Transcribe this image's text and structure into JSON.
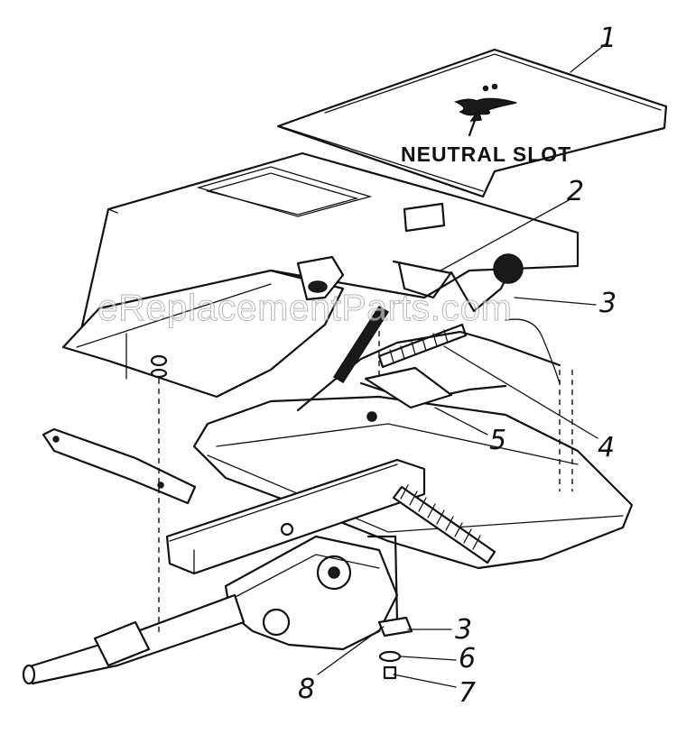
{
  "diagram": {
    "annotation": "NEUTRAL SLOT",
    "watermark": "eReplacementParts.com",
    "callouts": {
      "c1": "1",
      "c2": "2",
      "c3_top": "3",
      "c4": "4",
      "c5": "5",
      "c3_bottom": "3",
      "c6": "6",
      "c7": "7",
      "c8": "8"
    }
  }
}
